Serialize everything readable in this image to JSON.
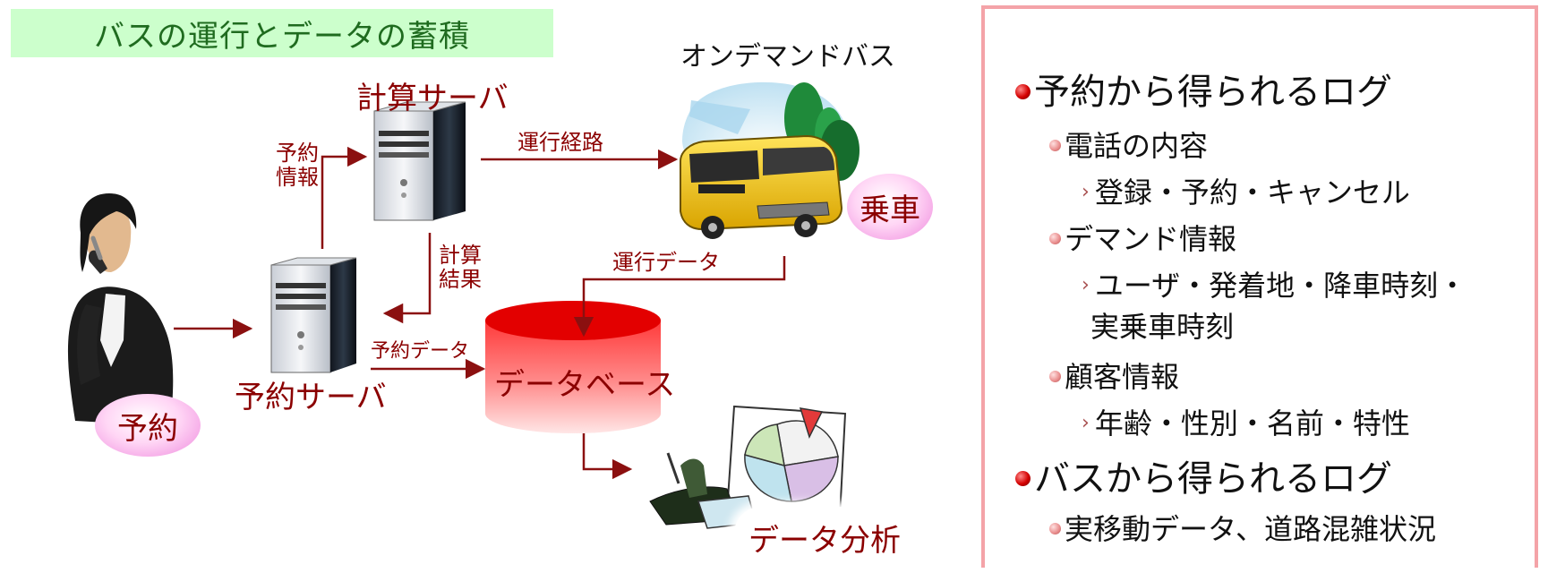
{
  "diagram": {
    "title": "バスの運行とデータの蓄積",
    "on_demand_bus": "オンデマンドバス",
    "calc_server": "計算サーバ",
    "reservation_server": "予約サーバ",
    "route_label": "運行経路",
    "reservation_info": "予約\n情報",
    "calc_result": "計算\n結果",
    "operation_data": "運行データ",
    "reservation_data": "予約データ",
    "database": "データベース",
    "boarding": "乗車",
    "reservation": "予約",
    "data_analysis": "データ分析",
    "colors": {
      "label_red": "#8b0000",
      "title_bg": "#ccffcc",
      "title_text": "#1f6b1f",
      "panel_border": "#f4a3a8"
    }
  },
  "panel": {
    "items": [
      {
        "level": 1,
        "text": "予約から得られるログ"
      },
      {
        "level": 2,
        "text": "電話の内容"
      },
      {
        "level": 3,
        "text": "登録・予約・キャンセル"
      },
      {
        "level": 2,
        "text": "デマンド情報"
      },
      {
        "level": 3,
        "text": "ユーザ・発着地・降車時刻・"
      },
      {
        "level": 0,
        "text": "実乗車時刻"
      },
      {
        "level": 2,
        "text": "顧客情報"
      },
      {
        "level": 3,
        "text": "年齢・性別・名前・特性"
      },
      {
        "level": 1,
        "text": "バスから得られるログ"
      },
      {
        "level": 2,
        "text": "実移動データ、道路混雑状況"
      }
    ]
  }
}
